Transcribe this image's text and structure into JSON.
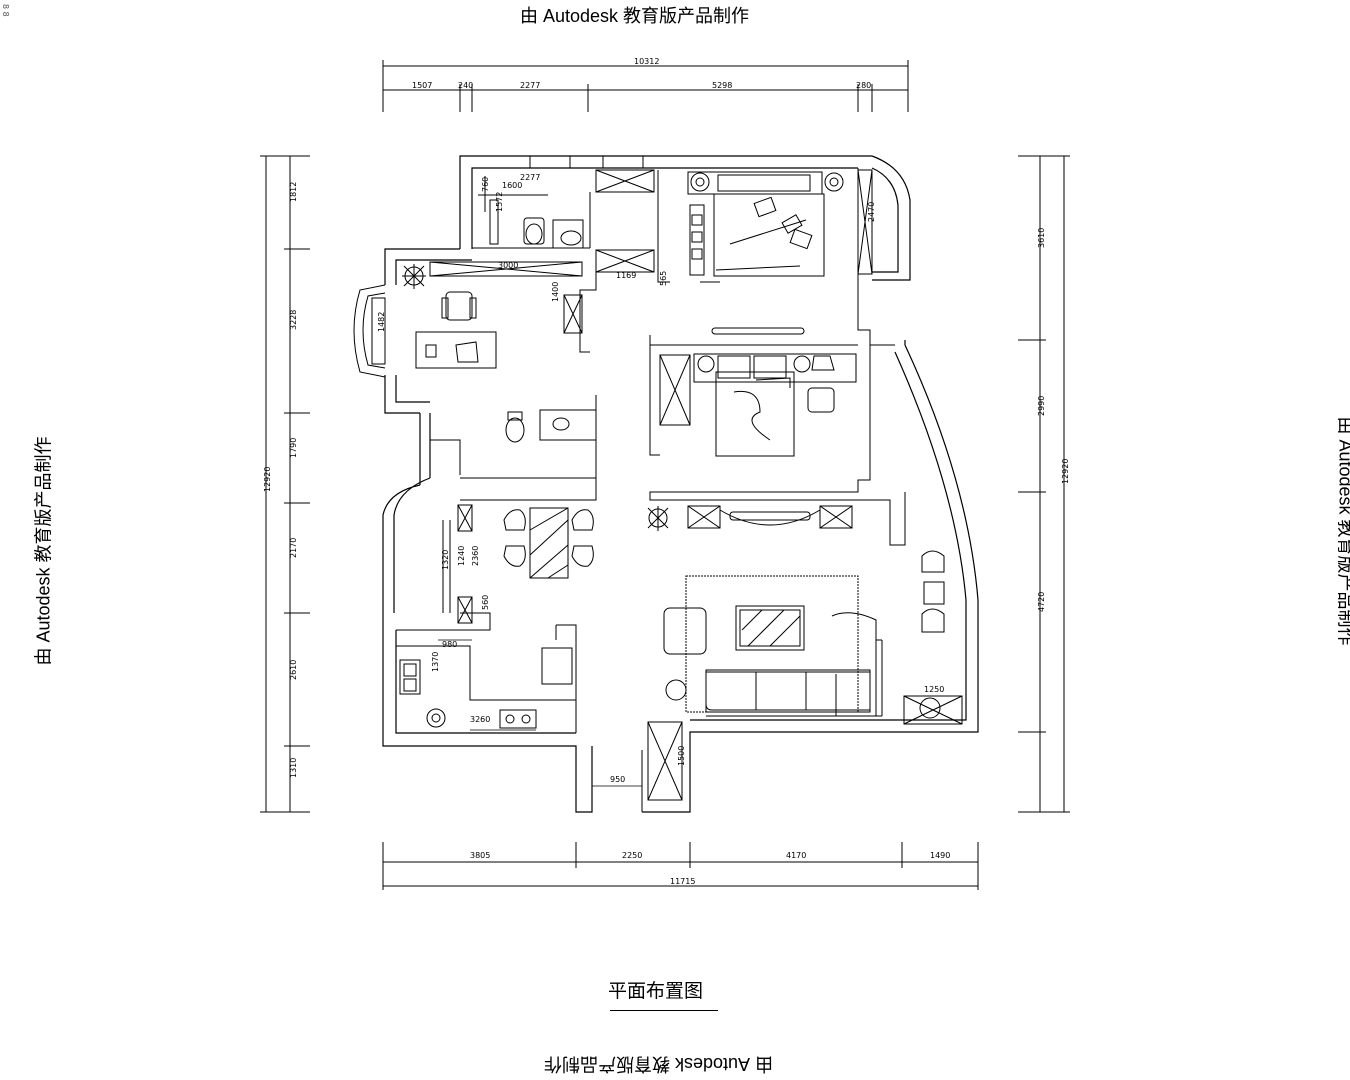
{
  "watermark": {
    "top": "由 Autodesk 教育版产品制作",
    "bottom": "由 Autodesk 教育版产品制作",
    "left": "由 Autodesk 教育版产品制作",
    "right": "由 Autodesk 教育版产品制作"
  },
  "title": "平面布置图",
  "edge_text": "8 8",
  "dims_top": {
    "total": "10312",
    "segments": [
      "1507",
      "240",
      "2277",
      "5298",
      "280"
    ]
  },
  "dims_bottom": {
    "total": "11715",
    "segments": [
      "3805",
      "2250",
      "4170",
      "1490"
    ]
  },
  "dims_left": {
    "total": "12920",
    "segments": [
      "1812",
      "3228",
      "1790",
      "2170",
      "2610",
      "1310"
    ]
  },
  "dims_right": {
    "total": "12920",
    "segments": [
      "3610",
      "2990",
      "4720"
    ]
  },
  "dims_inner": [
    "2277",
    "1600",
    "760",
    "1572",
    "3000",
    "1400",
    "1169",
    "565",
    "1482",
    "2470",
    "1320",
    "1240",
    "2360",
    "560",
    "980",
    "1370",
    "3260",
    "1250",
    "1500",
    "950"
  ]
}
